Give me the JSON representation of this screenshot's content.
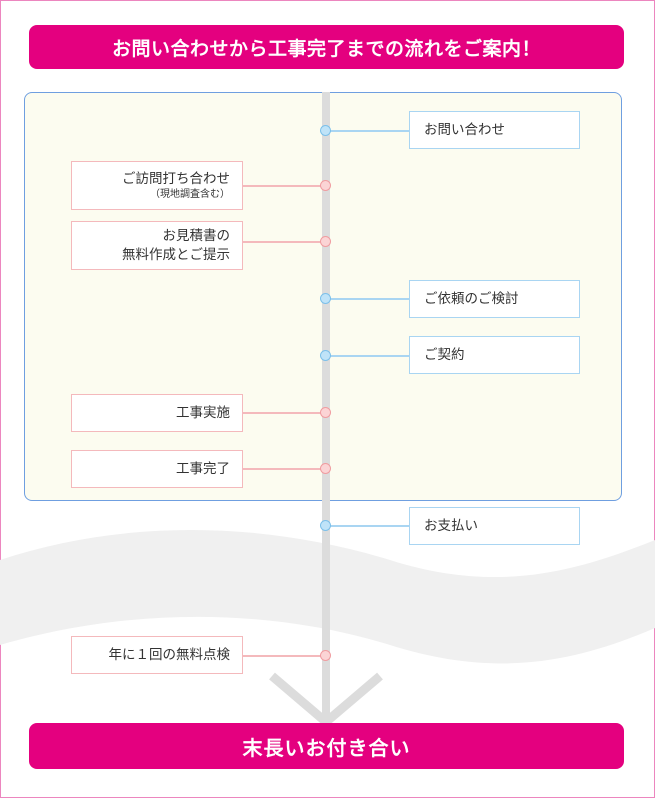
{
  "header": {
    "title": "お問い合わせから工事完了までの流れをご案内！"
  },
  "steps": {
    "inquiry": "お問い合わせ",
    "visit": "ご訪問打ち合わせ",
    "visit_sub": "（現地調査含む）",
    "estimate_line1": "お見積書の",
    "estimate_line2": "無料作成とご提示",
    "review": "ご依頼のご検討",
    "contract": "ご契約",
    "construction": "工事実施",
    "completion": "工事完了",
    "payment": "お支払い",
    "inspection": "年に１回の無料点検"
  },
  "footer": {
    "title": "末長いお付き合い"
  },
  "colors": {
    "accent": "#e4007f",
    "frame": "#6f9fe0",
    "panel_bg": "#fcfcf0",
    "blue_line": "#a9d5f2",
    "pink_line": "#f4b9bc"
  }
}
